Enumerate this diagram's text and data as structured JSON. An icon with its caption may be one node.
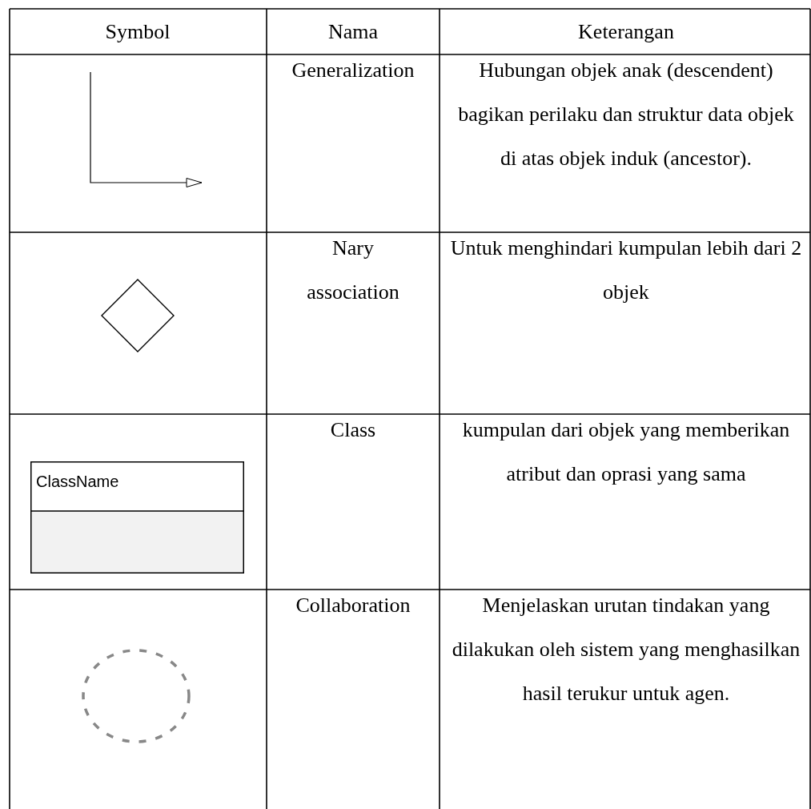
{
  "diagram": {
    "nodes": [
      {
        "text": [],
        "shape": "diamond"
      },
      {
        "text": [
          "ClassName"
        ]
      },
      {
        "text": [],
        "shape": "circle"
      }
    ],
    "labels": [
      "Symbol",
      "Nama",
      "Keterangan",
      "Generalization",
      "Hubungan objek anak (descendent) bagikan perilaku dan struktur data objek di atas objek induk (ancestor).",
      "Nary association",
      "Untuk menghindari kumpulan lebih dari 2 objek",
      "Class",
      "kumpulan dari objek yang memberikan atribut dan oprasi yang sama",
      "Collaboration",
      "Menjelaskan urutan tindakan yang dilakukan oleh sistem yang menghasilkan hasil terukur untuk agen."
    ]
  }
}
